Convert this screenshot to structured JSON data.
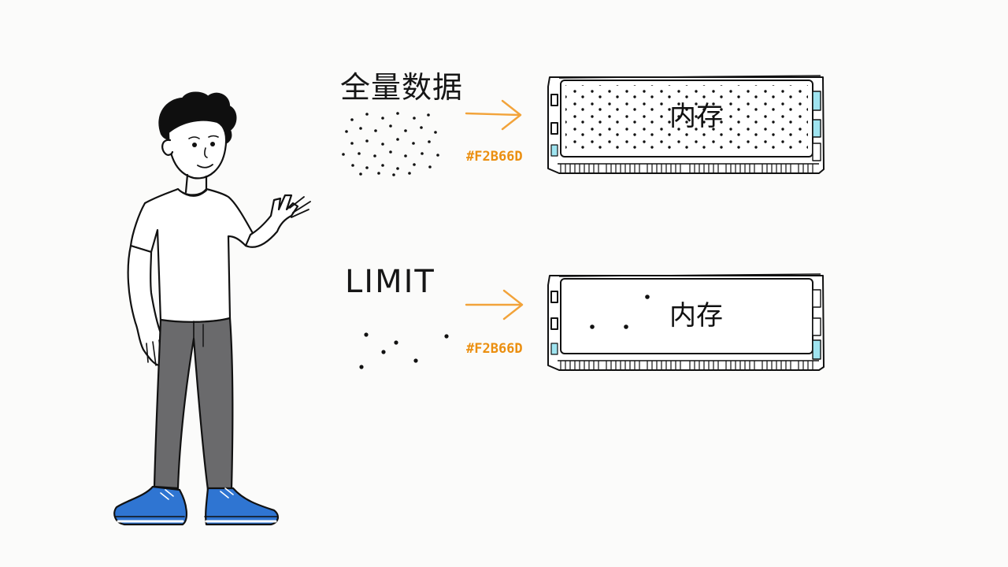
{
  "rows": [
    {
      "title": "全量数据",
      "arrow_note": "#F2B66D",
      "memory_label": "内存"
    },
    {
      "title": "LIMIT",
      "arrow_note": "#F2B66D",
      "memory_label": "内存"
    }
  ],
  "colors": {
    "arrow": "#f2a33a",
    "note_text": "#eb8f10",
    "shoe": "#2f75d2",
    "pants": "#6a6a6c",
    "chip_accent": "#9fe4f0",
    "ink": "#111111"
  }
}
